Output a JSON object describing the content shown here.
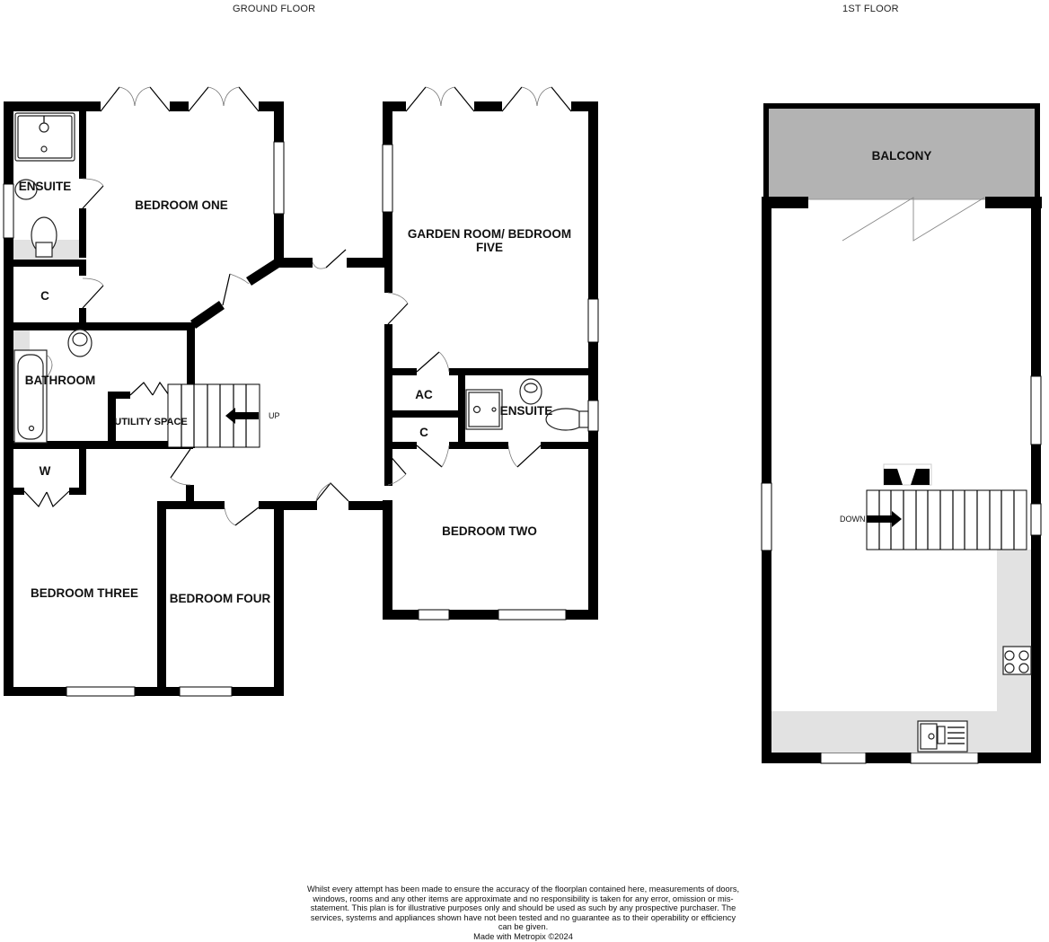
{
  "floors": {
    "ground": {
      "title": "GROUND FLOOR",
      "rooms": {
        "ensuite_one": "ENSUITE",
        "bedroom_one": "BEDROOM ONE",
        "cupboard_one": "C",
        "bathroom": "BATHROOM",
        "utility": "UTILITY SPACE",
        "wardrobe": "W",
        "bedroom_three": "BEDROOM THREE",
        "bedroom_four": "BEDROOM FOUR",
        "garden_room_line1": "GARDEN ROOM/ BEDROOM",
        "garden_room_line2": "FIVE",
        "airing_cupboard": "AC",
        "cupboard_two": "C",
        "ensuite_two": "ENSUITE",
        "bedroom_two": "BEDROOM TWO"
      },
      "stairs_label": "UP"
    },
    "first": {
      "title": "1ST FLOOR",
      "rooms": {
        "balcony": "BALCONY"
      },
      "stairs_label": "DOWN"
    }
  },
  "colors": {
    "wall": "#000000",
    "balcony_fill": "#b3b3b3",
    "worktop_fill": "#e2e2e2"
  },
  "disclaimer": {
    "text": "Whilst every attempt has been made to ensure the accuracy of the floorplan contained here, measurements of doors, windows, rooms and any other items are approximate and no responsibility is taken for any error, omission or mis-statement. This plan is for illustrative purposes only and should be used as such by any prospective purchaser. The services, systems and appliances shown have not been tested and no guarantee as to their operability or efficiency can be given.",
    "credit": "Made with Metropix ©2024"
  }
}
